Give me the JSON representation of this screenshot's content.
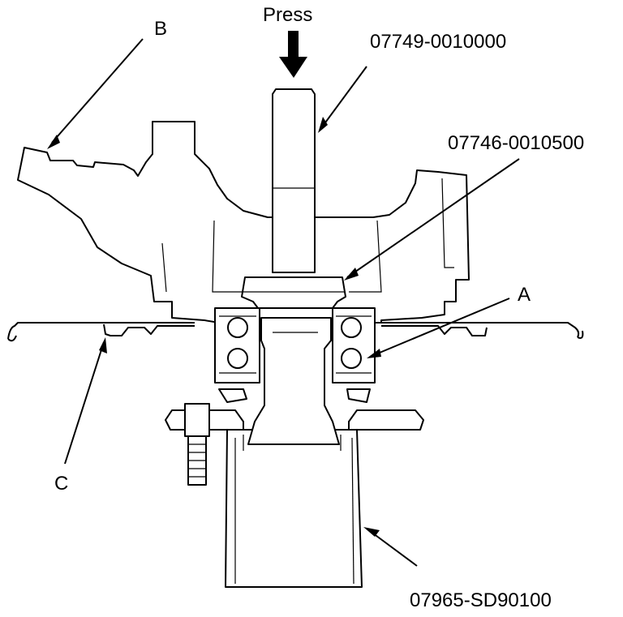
{
  "labels": {
    "press": "Press",
    "tool_shaft": "07749-0010000",
    "tool_driver": "07746-0010500",
    "tool_base": "07965-SD90100",
    "a": "A",
    "b": "B",
    "c": "C"
  }
}
